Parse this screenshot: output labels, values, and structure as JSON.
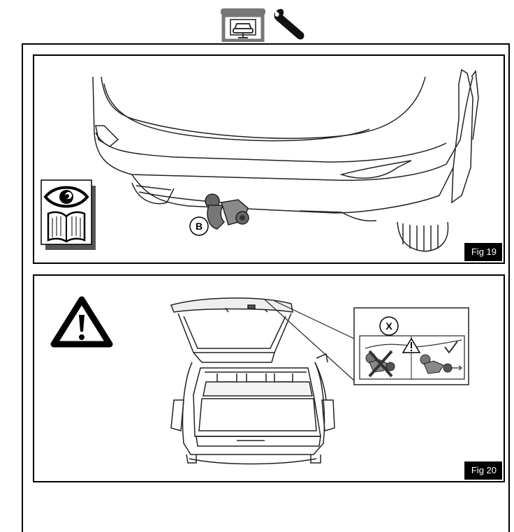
{
  "header": {
    "icons": [
      "vehicle-lift-icon",
      "wrench-icon"
    ]
  },
  "figures": [
    {
      "id": "fig19",
      "label": "Fig 19",
      "callout": "B",
      "icons": [
        "eye-icon",
        "manual-book-icon"
      ]
    },
    {
      "id": "fig20",
      "label": "Fig 20",
      "callout": "X",
      "icons": [
        "warning-triangle-icon"
      ]
    }
  ]
}
